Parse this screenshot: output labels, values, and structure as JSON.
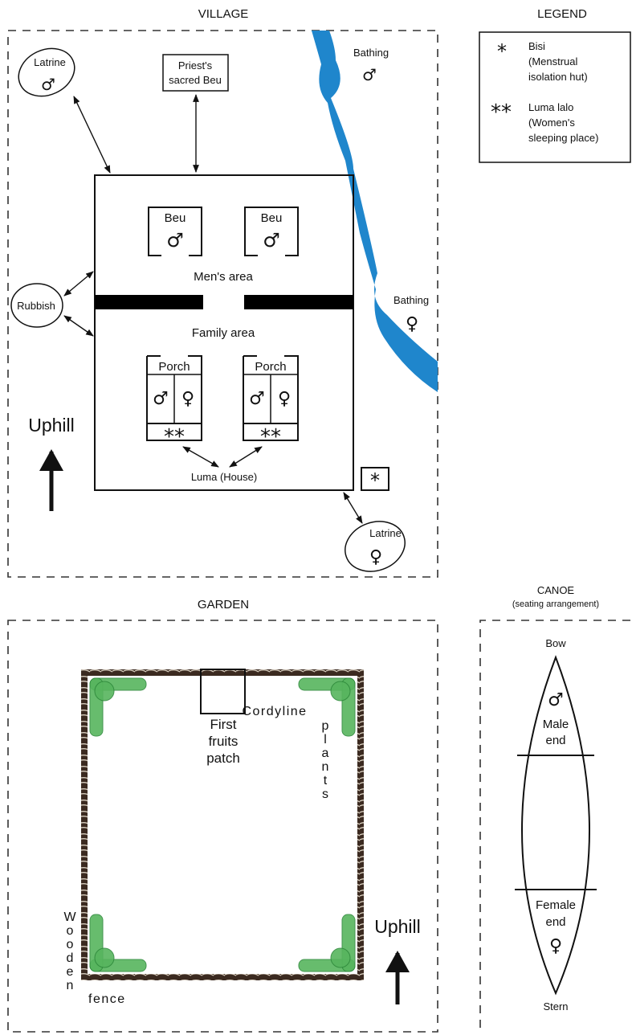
{
  "colors": {
    "river": "#1f86cc",
    "fence_dark": "#3b2a20",
    "fence_light": "#d9cfc0",
    "plant": "#57b55e",
    "plant_dark": "#2f8a3c"
  },
  "symbols": {
    "male": "♂",
    "female": "♀",
    "one_star": "*",
    "two_star": "**"
  },
  "village": {
    "title": "VILLAGE",
    "latrine_male": "Latrine",
    "priest_beu_line1": "Priest's",
    "priest_beu_line2": "sacred Beu",
    "bathing_male": "Bathing",
    "bathing_female": "Bathing",
    "beu_left": "Beu",
    "beu_right": "Beu",
    "mens_area": "Men's area",
    "rubbish": "Rubbish",
    "family_area": "Family area",
    "porch_left": "Porch",
    "porch_right": "Porch",
    "luma_house": "Luma (House)",
    "uphill": "Uphill",
    "latrine_female": "Latrine"
  },
  "legend": {
    "title": "LEGEND",
    "item1_line1": "Bisi",
    "item1_line2": "(Menstrual",
    "item1_line3": "isolation hut)",
    "item2_line1": "Luma lalo",
    "item2_line2": "(Women's",
    "item2_line3": "sleeping place)"
  },
  "garden": {
    "title": "GARDEN",
    "cordyline": "Cordyline",
    "plants_letters": [
      "p",
      "l",
      "a",
      "n",
      "t",
      "s"
    ],
    "first_fruits_line1": "First",
    "first_fruits_line2": "fruits",
    "first_fruits_line3": "patch",
    "wooden_letters": [
      "W",
      "o",
      "o",
      "d",
      "e",
      "n"
    ],
    "fence": "fence",
    "uphill": "Uphill"
  },
  "canoe": {
    "title": "CANOE",
    "subtitle": "(seating arrangement)",
    "bow": "Bow",
    "male_end_line1": "Male",
    "male_end_line2": "end",
    "female_end_line1": "Female",
    "female_end_line2": "end",
    "stern": "Stern"
  }
}
